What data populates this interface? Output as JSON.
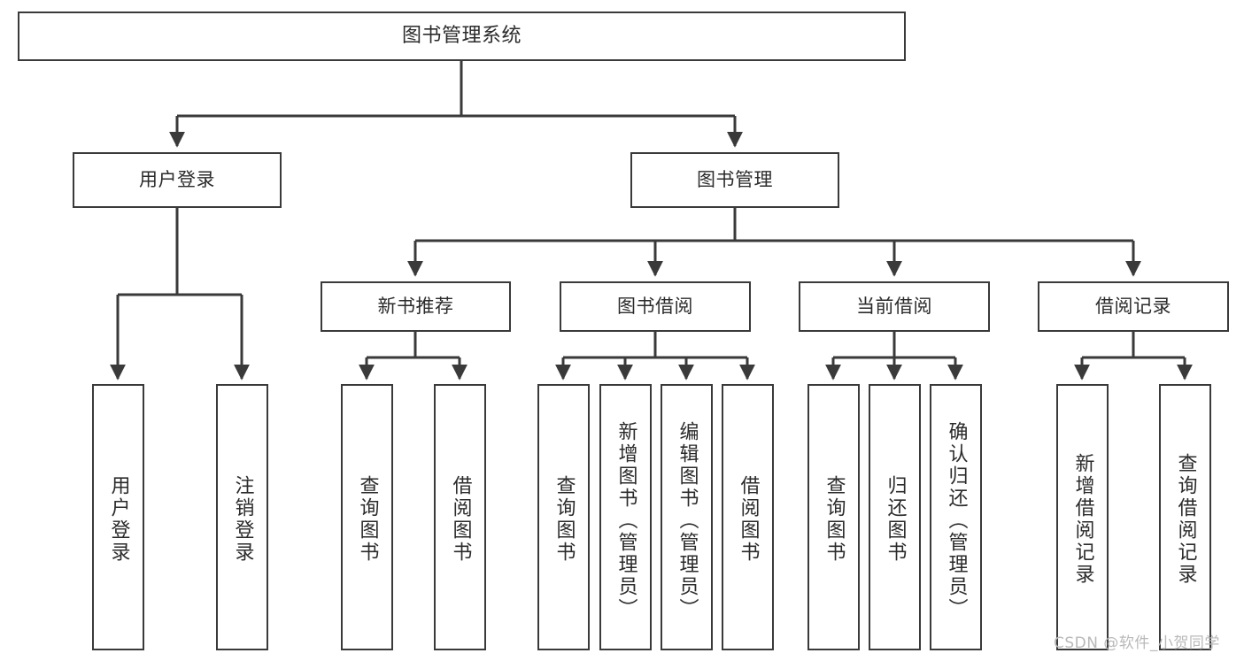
{
  "diagram": {
    "title": "图书管理系统",
    "watermark": "CSDN @软件_小贺同学",
    "colors": {
      "stroke": "#3a3a3a",
      "background": "#ffffff",
      "text": "#2b2b2b",
      "watermark": "#b9b9b9"
    },
    "levels": {
      "root": {
        "label": "图书管理系统"
      },
      "level2": [
        {
          "label": "用户登录"
        },
        {
          "label": "图书管理"
        }
      ],
      "level3": [
        {
          "label": "新书推荐"
        },
        {
          "label": "图书借阅"
        },
        {
          "label": "当前借阅"
        },
        {
          "label": "借阅记录"
        }
      ],
      "leaves": {
        "user_login": [
          {
            "label": "用户登录"
          },
          {
            "label": "注销登录"
          }
        ],
        "new_book_recommend": [
          {
            "label": "查询图书"
          },
          {
            "label": "借阅图书"
          }
        ],
        "book_borrow": [
          {
            "label": "查询图书"
          },
          {
            "label": "新增图书（管理员）"
          },
          {
            "label": "编辑图书（管理员）"
          },
          {
            "label": "借阅图书"
          }
        ],
        "current_borrow": [
          {
            "label": "查询图书"
          },
          {
            "label": "归还图书"
          },
          {
            "label": "确认归还（管理员）"
          }
        ],
        "borrow_record": [
          {
            "label": "新增借阅记录"
          },
          {
            "label": "查询借阅记录"
          }
        ]
      }
    }
  }
}
